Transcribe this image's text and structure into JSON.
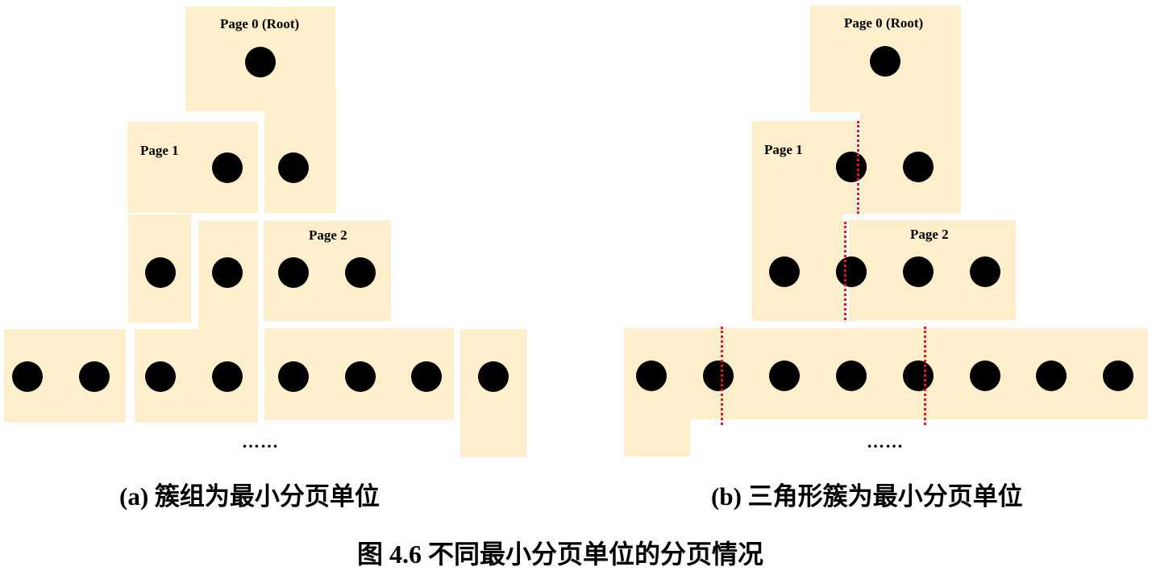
{
  "colors": {
    "page_fill": "#fdefcc",
    "node": "#000000",
    "cut_line": "#e8141e",
    "background": "#ffffff"
  },
  "panel_a": {
    "caption": "(a) 簇组为最小分页单位",
    "labels": {
      "page0": "Page 0 (Root)",
      "page1": "Page 1",
      "page2": "Page 2"
    },
    "ellipsis": "……",
    "levels": [
      {
        "level": 0,
        "nodes": 1
      },
      {
        "level": 1,
        "nodes": 2
      },
      {
        "level": 2,
        "nodes": 4
      },
      {
        "level": 3,
        "nodes": 8
      }
    ]
  },
  "panel_b": {
    "caption": "(b) 三角形簇为最小分页单位",
    "labels": {
      "page0": "Page 0 (Root)",
      "page1": "Page 1",
      "page2": "Page 2"
    },
    "ellipsis": "……",
    "levels": [
      {
        "level": 0,
        "nodes": 1
      },
      {
        "level": 1,
        "nodes": 2
      },
      {
        "level": 2,
        "nodes": 4
      },
      {
        "level": 3,
        "nodes": 8
      }
    ],
    "cut_lines": 4
  },
  "figure_title": "图 4.6 不同最小分页单位的分页情况"
}
